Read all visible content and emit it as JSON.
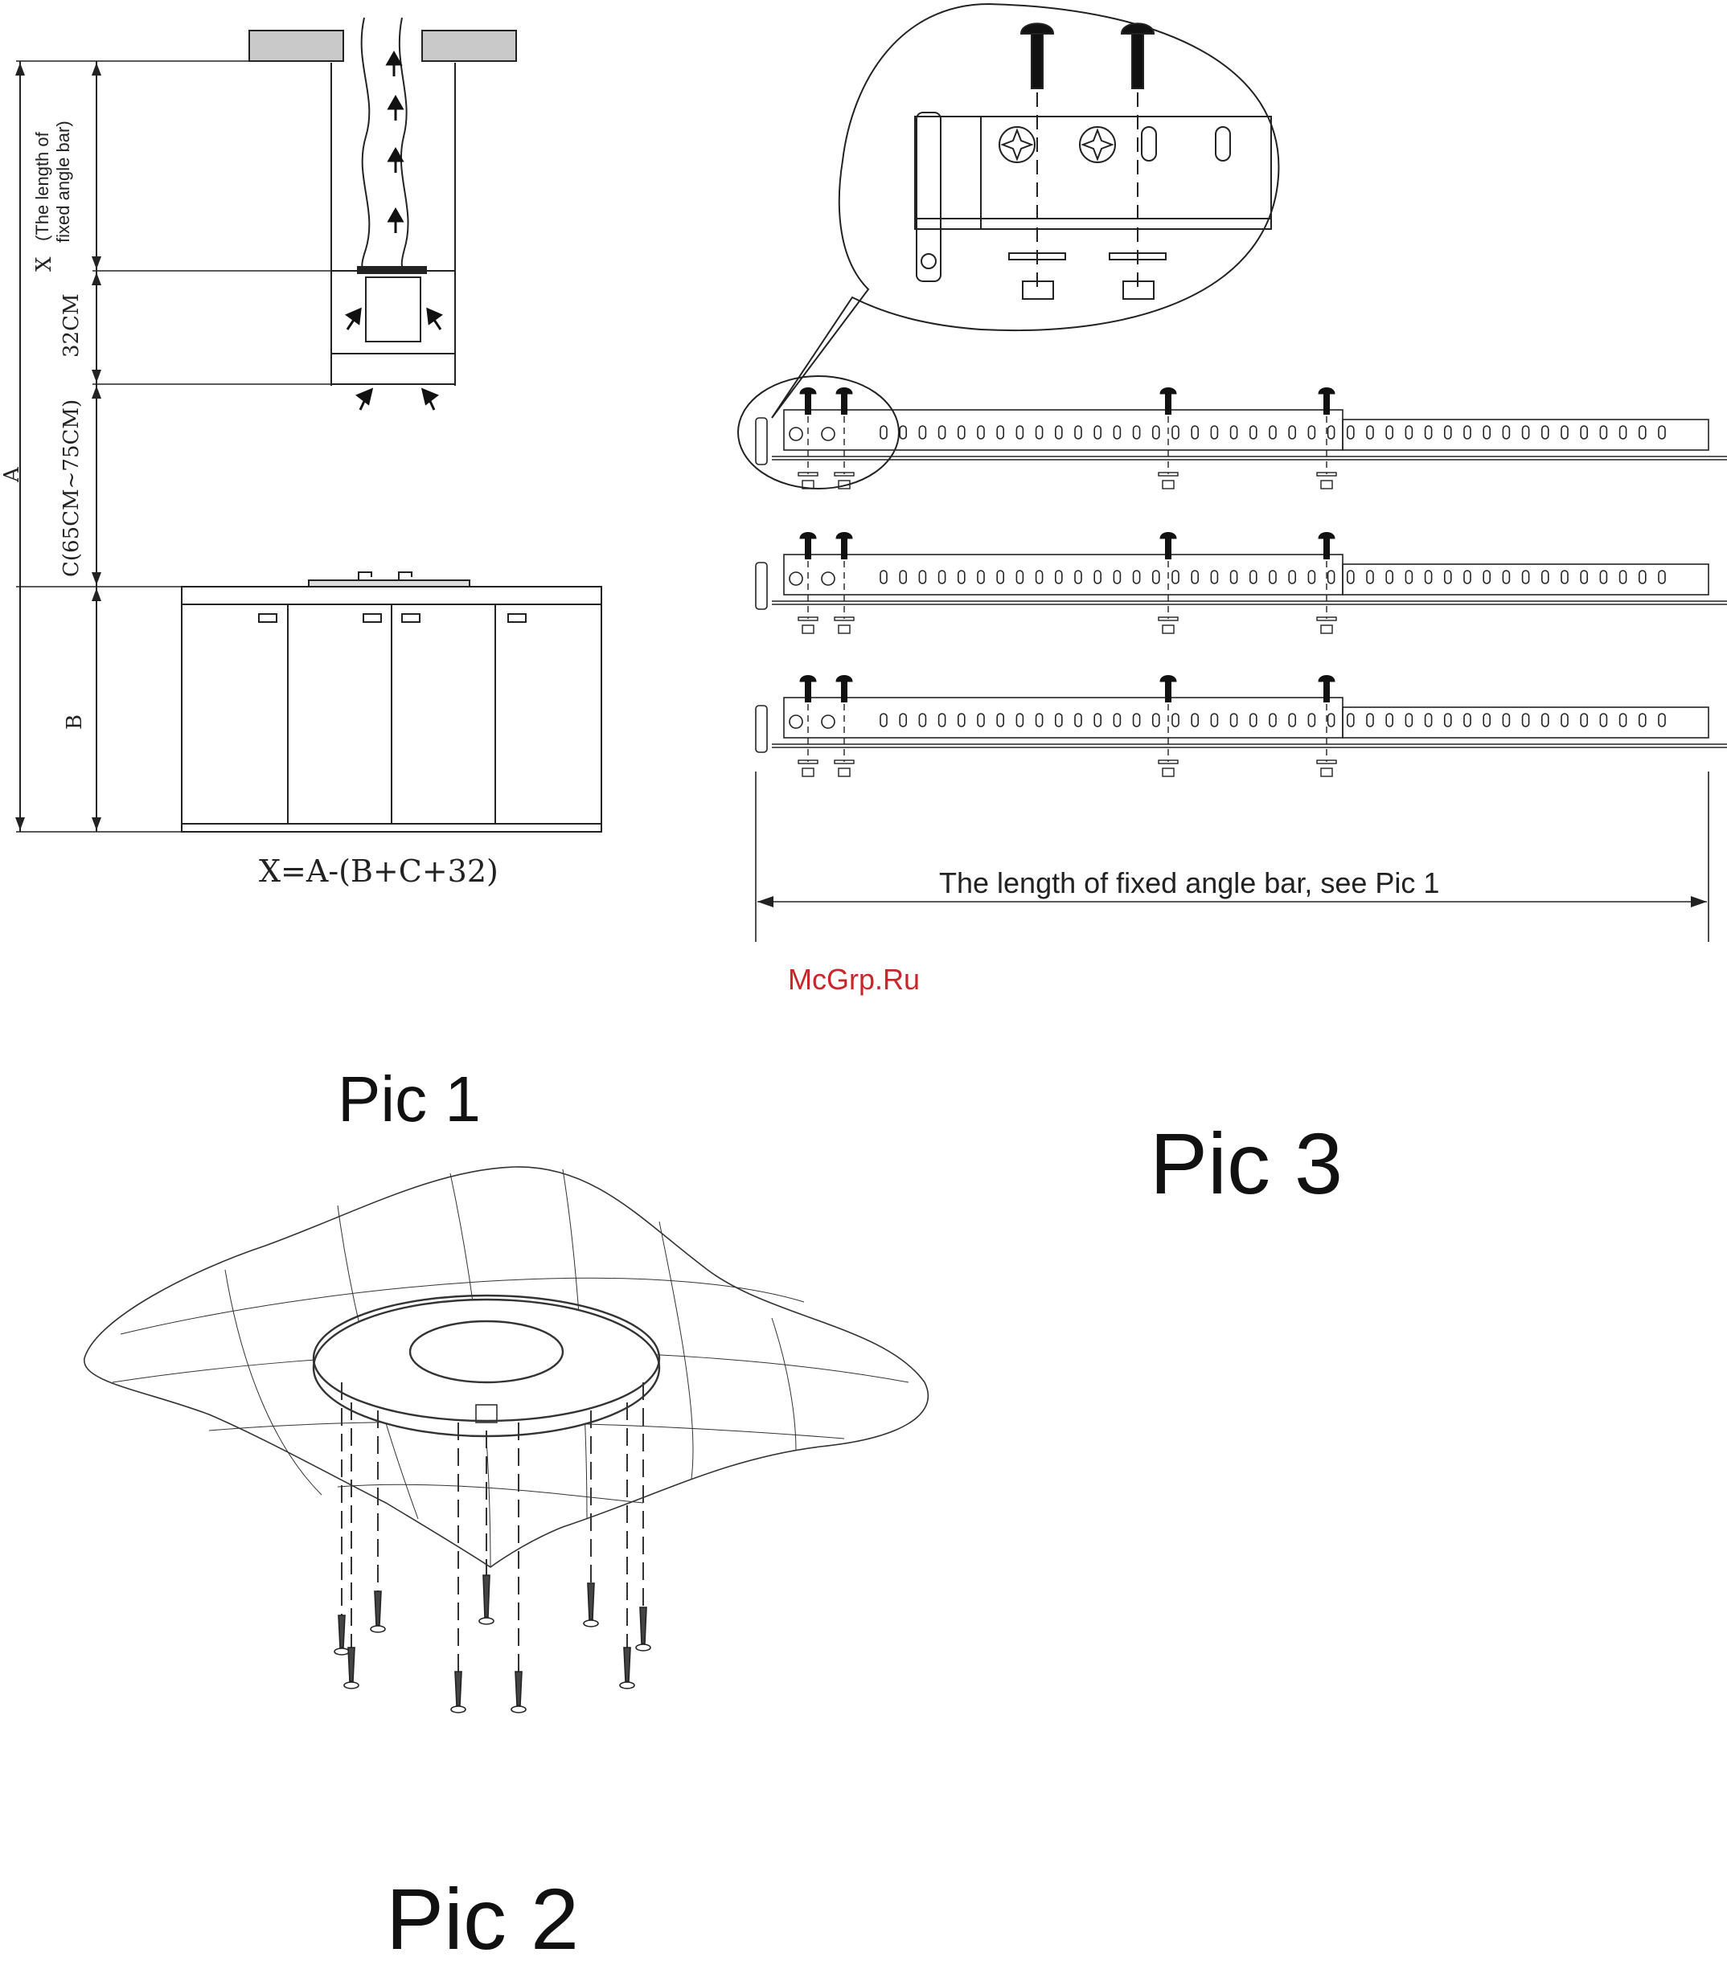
{
  "pic1": {
    "label": "Pic 1",
    "dim_x": "X",
    "dim_x_note_line1": "(The length of",
    "dim_x_note_line2": "fixed  angle bar)",
    "dim_32": "32CM",
    "dim_c": "C(65CM~75CM)",
    "dim_a": "A",
    "dim_b": "B",
    "formula": "X=A-(B+C+32)"
  },
  "pic2": {
    "label": "Pic 2"
  },
  "pic3": {
    "label": "Pic 3",
    "bar_caption": "The length of fixed angle bar, see Pic 1"
  },
  "watermark": "McGrp.Ru",
  "colors": {
    "line": "#222222",
    "ceiling": "#c9c9c9",
    "watermark": "#c8262a"
  }
}
